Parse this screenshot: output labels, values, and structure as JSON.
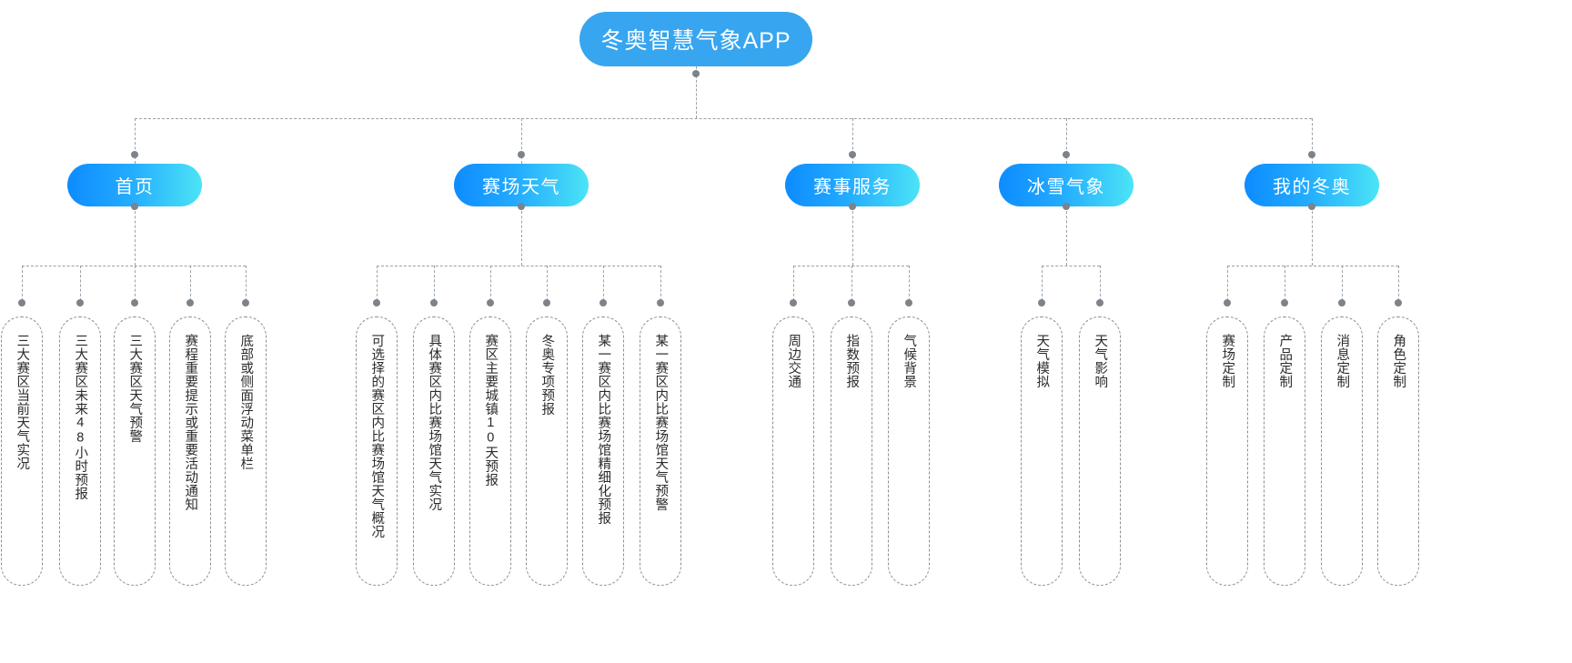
{
  "diagram": {
    "title": "冬奥智慧气象APP",
    "accent_color": "#37a5ef",
    "gradient_from": "#0d8cff",
    "gradient_to": "#4be4f5",
    "connector_color": "#9aa0a6",
    "leaf_border_color": "#8a8f96"
  },
  "branches": [
    {
      "label": "首页",
      "leaves": [
        "三大赛区当前天气实况",
        "三大赛区未来48小时预报",
        "三大赛区天气预警",
        "赛程重要提示或重要活动通知",
        "底部或侧面浮动菜单栏"
      ]
    },
    {
      "label": "赛场天气",
      "leaves": [
        "可选择的赛区内比赛场馆天气概况",
        "具体赛区内比赛场馆天气实况",
        "赛区主要城镇10天预报",
        "冬奥专项预报",
        "某一赛区内比赛场馆精细化预报",
        "某一赛区内比赛场馆天气预警"
      ]
    },
    {
      "label": "赛事服务",
      "leaves": [
        "周边交通",
        "指数预报",
        "气候背景"
      ]
    },
    {
      "label": "冰雪气象",
      "leaves": [
        "天气模拟",
        "天气影响"
      ]
    },
    {
      "label": "我的冬奥",
      "leaves": [
        "赛场定制",
        "产品定制",
        "消息定制",
        "角色定制"
      ]
    }
  ],
  "chart_data": {
    "type": "table",
    "title": "冬奥智慧气象APP 功能结构图",
    "root": "冬奥智慧气象APP",
    "levels": 3,
    "branch_count": 5,
    "leaf_count": 20
  }
}
